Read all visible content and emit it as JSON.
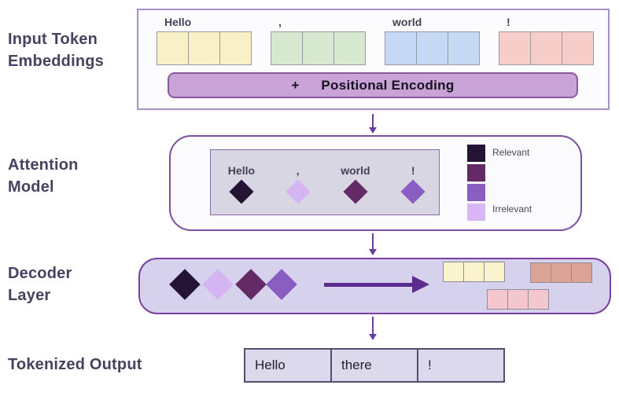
{
  "labels": {
    "input": {
      "line1": "Input Token",
      "line2": "Embeddings"
    },
    "attention": {
      "line1": "Attention",
      "line2": "Model"
    },
    "decoder": {
      "line1": "Decoder",
      "line2": "Layer"
    },
    "output": {
      "line1": "Tokenized Output"
    }
  },
  "input_section": {
    "tokens": [
      {
        "label": "Hello",
        "cell_color": "#faf0c8"
      },
      {
        "label": ",",
        "cell_color": "#d6e8cf"
      },
      {
        "label": "world",
        "cell_color": "#c5d9f4"
      },
      {
        "label": "!",
        "cell_color": "#f7cdca"
      }
    ],
    "positional_bar": {
      "plus": "+",
      "label": "Positional Encoding",
      "bg": "#c9a2d8"
    }
  },
  "attention_section": {
    "tokens": [
      {
        "label": "Hello",
        "diamond_color": "#241335"
      },
      {
        "label": ",",
        "diamond_color": "#d4b4f2"
      },
      {
        "label": "world",
        "diamond_color": "#632a66"
      },
      {
        "label": "!",
        "diamond_color": "#8a5dc2"
      }
    ],
    "legend": {
      "top_label": "Relevant",
      "bottom_label": "Irrelevant",
      "swatch_colors": [
        "#241335",
        "#632a66",
        "#8a5dc2",
        "#d9b6f6"
      ]
    }
  },
  "decoder_section": {
    "diamond_colors": [
      "#241335",
      "#d4b4f2",
      "#632a66",
      "#8a5dc2"
    ],
    "output_groups": [
      {
        "name": "yellow-top",
        "color": "#faf3cd"
      },
      {
        "name": "salmon-top",
        "color": "#dba296"
      },
      {
        "name": "pink-bottom",
        "color": "#f4c6cd"
      }
    ],
    "arrow_color": "#5b2d8e"
  },
  "output_section": {
    "tokens": [
      "Hello",
      "there",
      "!"
    ]
  }
}
